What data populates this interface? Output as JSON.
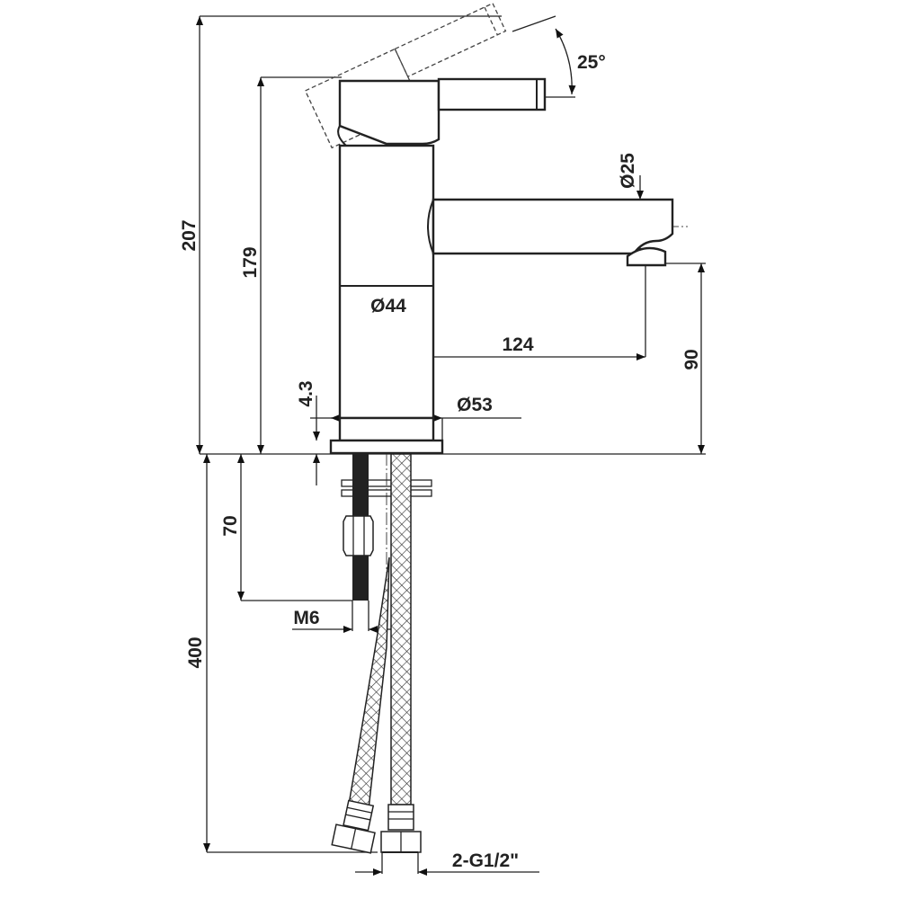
{
  "drawing": {
    "title": "Single lever basin mixer – dimensional drawing",
    "dimensions": {
      "total_height": "207",
      "body_height": "179",
      "lever_angle": "25°",
      "spout_diameter": "Ø25",
      "body_diameter": "Ø44",
      "spout_reach": "124",
      "spout_height": "90",
      "base_diameter": "Ø53",
      "base_thickness": "4.3",
      "rod_length": "70",
      "rod_thread": "M6",
      "hose_length": "400",
      "hose_connection": "2-G1/2\""
    }
  }
}
